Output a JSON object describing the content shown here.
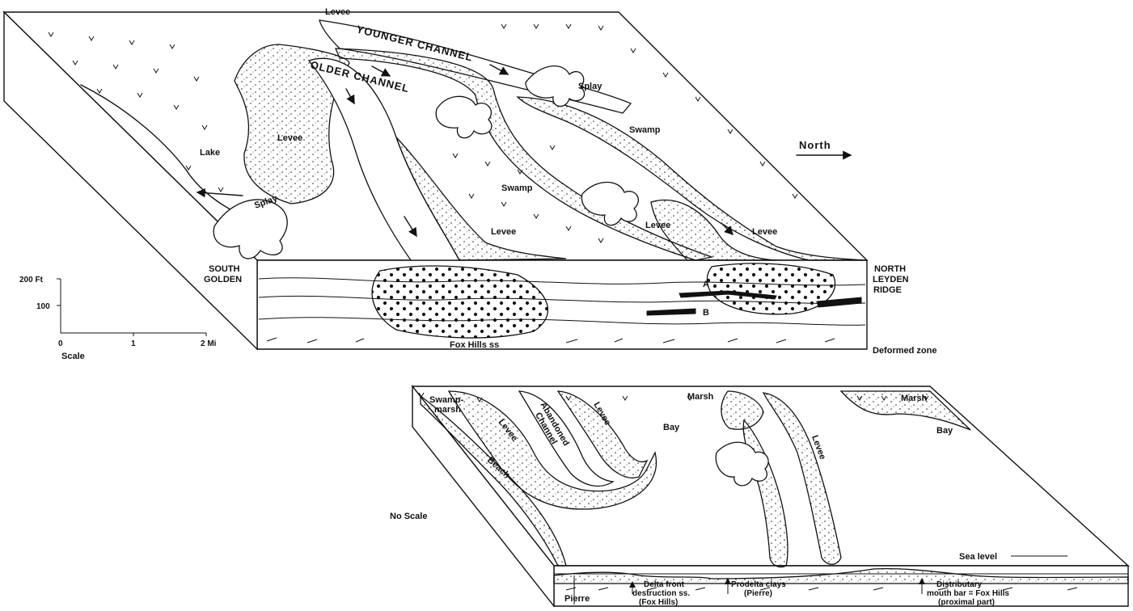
{
  "upper_block": {
    "labels": {
      "levee_top": "Levee",
      "younger_channel": "YOUNGER CHANNEL",
      "older_channel": "OLDER CHANNEL",
      "splay_right": "Splay",
      "swamp_right": "Swamp",
      "lake": "Lake",
      "levee_left": "Levee",
      "swamp_center": "Swamp",
      "levee_center": "Levee",
      "splay_left": "Splay",
      "levee_right_a": "Levee",
      "levee_right_b": "Levee",
      "coal_a": "A",
      "coal_b": "B",
      "fox_hills": "Fox Hills ss",
      "deformed_zone": "Deformed zone"
    },
    "south_end": [
      "SOUTH",
      "GOLDEN"
    ],
    "north_end": [
      "NORTH",
      "LEYDEN",
      "RIDGE"
    ],
    "north_arrow": "North"
  },
  "scale_bar": {
    "vertical_ticks": [
      "200 Ft",
      "100",
      "0"
    ],
    "horizontal_ticks": [
      "1",
      "2 Mi"
    ],
    "title": "Scale"
  },
  "lower_block": {
    "labels": {
      "swamp_marsh": [
        "Swamp-",
        "marsh"
      ],
      "levee_a": "Levee",
      "abandoned_channel": [
        "Abandoned",
        "Channel"
      ],
      "levee_b": "Levee",
      "beach": "Beach",
      "marsh_a": "Marsh",
      "bay_a": "Bay",
      "levee_c": "Levee",
      "marsh_b": "Marsh",
      "bay_b": "Bay",
      "sea_level": "Sea level",
      "no_scale": "No Scale",
      "pierre": "Pierre"
    },
    "annotations": {
      "delta_front": [
        "Delta front",
        "destruction ss.",
        "(Fox Hills)"
      ],
      "prodelta": [
        "Prodelta clays",
        "(Pierre)"
      ],
      "mouth_bar": [
        "Distributary",
        "mouth bar = Fox Hills",
        "(proximal part)"
      ]
    }
  },
  "colors": {
    "ink": "#111111",
    "paper": "#ffffff"
  }
}
